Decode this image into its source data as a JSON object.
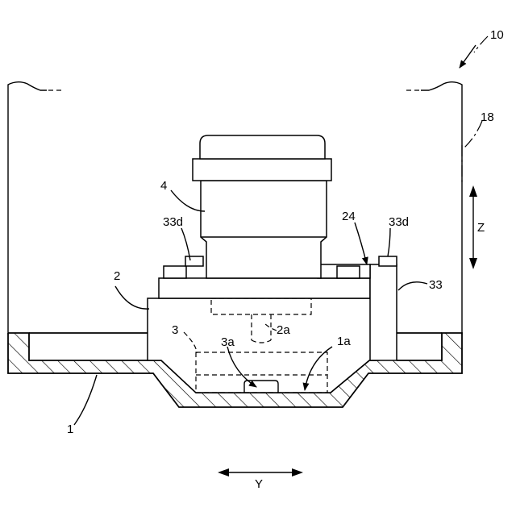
{
  "figure": {
    "labels": {
      "assembly": "10",
      "casing": "18",
      "motor": "4",
      "bolt_left": "33d",
      "bracket_face": "24",
      "bolt_right": "33d",
      "housing": "2",
      "bracket": "33",
      "shaft_part": "2a",
      "pump": "3",
      "inlet": "3a",
      "recess": "1a",
      "tray": "1"
    },
    "axes": {
      "vertical": "Z",
      "horizontal": "Y"
    }
  }
}
